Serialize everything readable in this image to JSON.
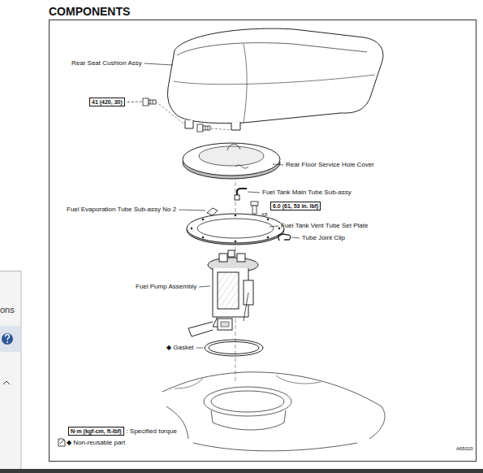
{
  "diagram": {
    "title": "COMPONENTS",
    "nodes": [
      {
        "text": [
          "41 (420, 30)"
        ]
      },
      {
        "text": [
          "6.0 (61, 53 in. lbf)"
        ]
      },
      {
        "text": [
          "N·m (kgf-cm, ft-lbf)"
        ]
      }
    ],
    "labels": [
      "Rear Seat Cushion Assy",
      "Rear Floor Service Hole Cover",
      "Fuel Tank Main Tube Sub-assy",
      "Fuel Evaporation Tube Sub-assy No 2",
      "X8",
      "Fuel Tank Vent Tube Set Plate",
      "Tube Joint Clip",
      "Fuel Pump Assembly",
      "◆ Gasket",
      ": Specified torque",
      "◆ Non-reusable part",
      "A65020",
      "ons"
    ]
  }
}
